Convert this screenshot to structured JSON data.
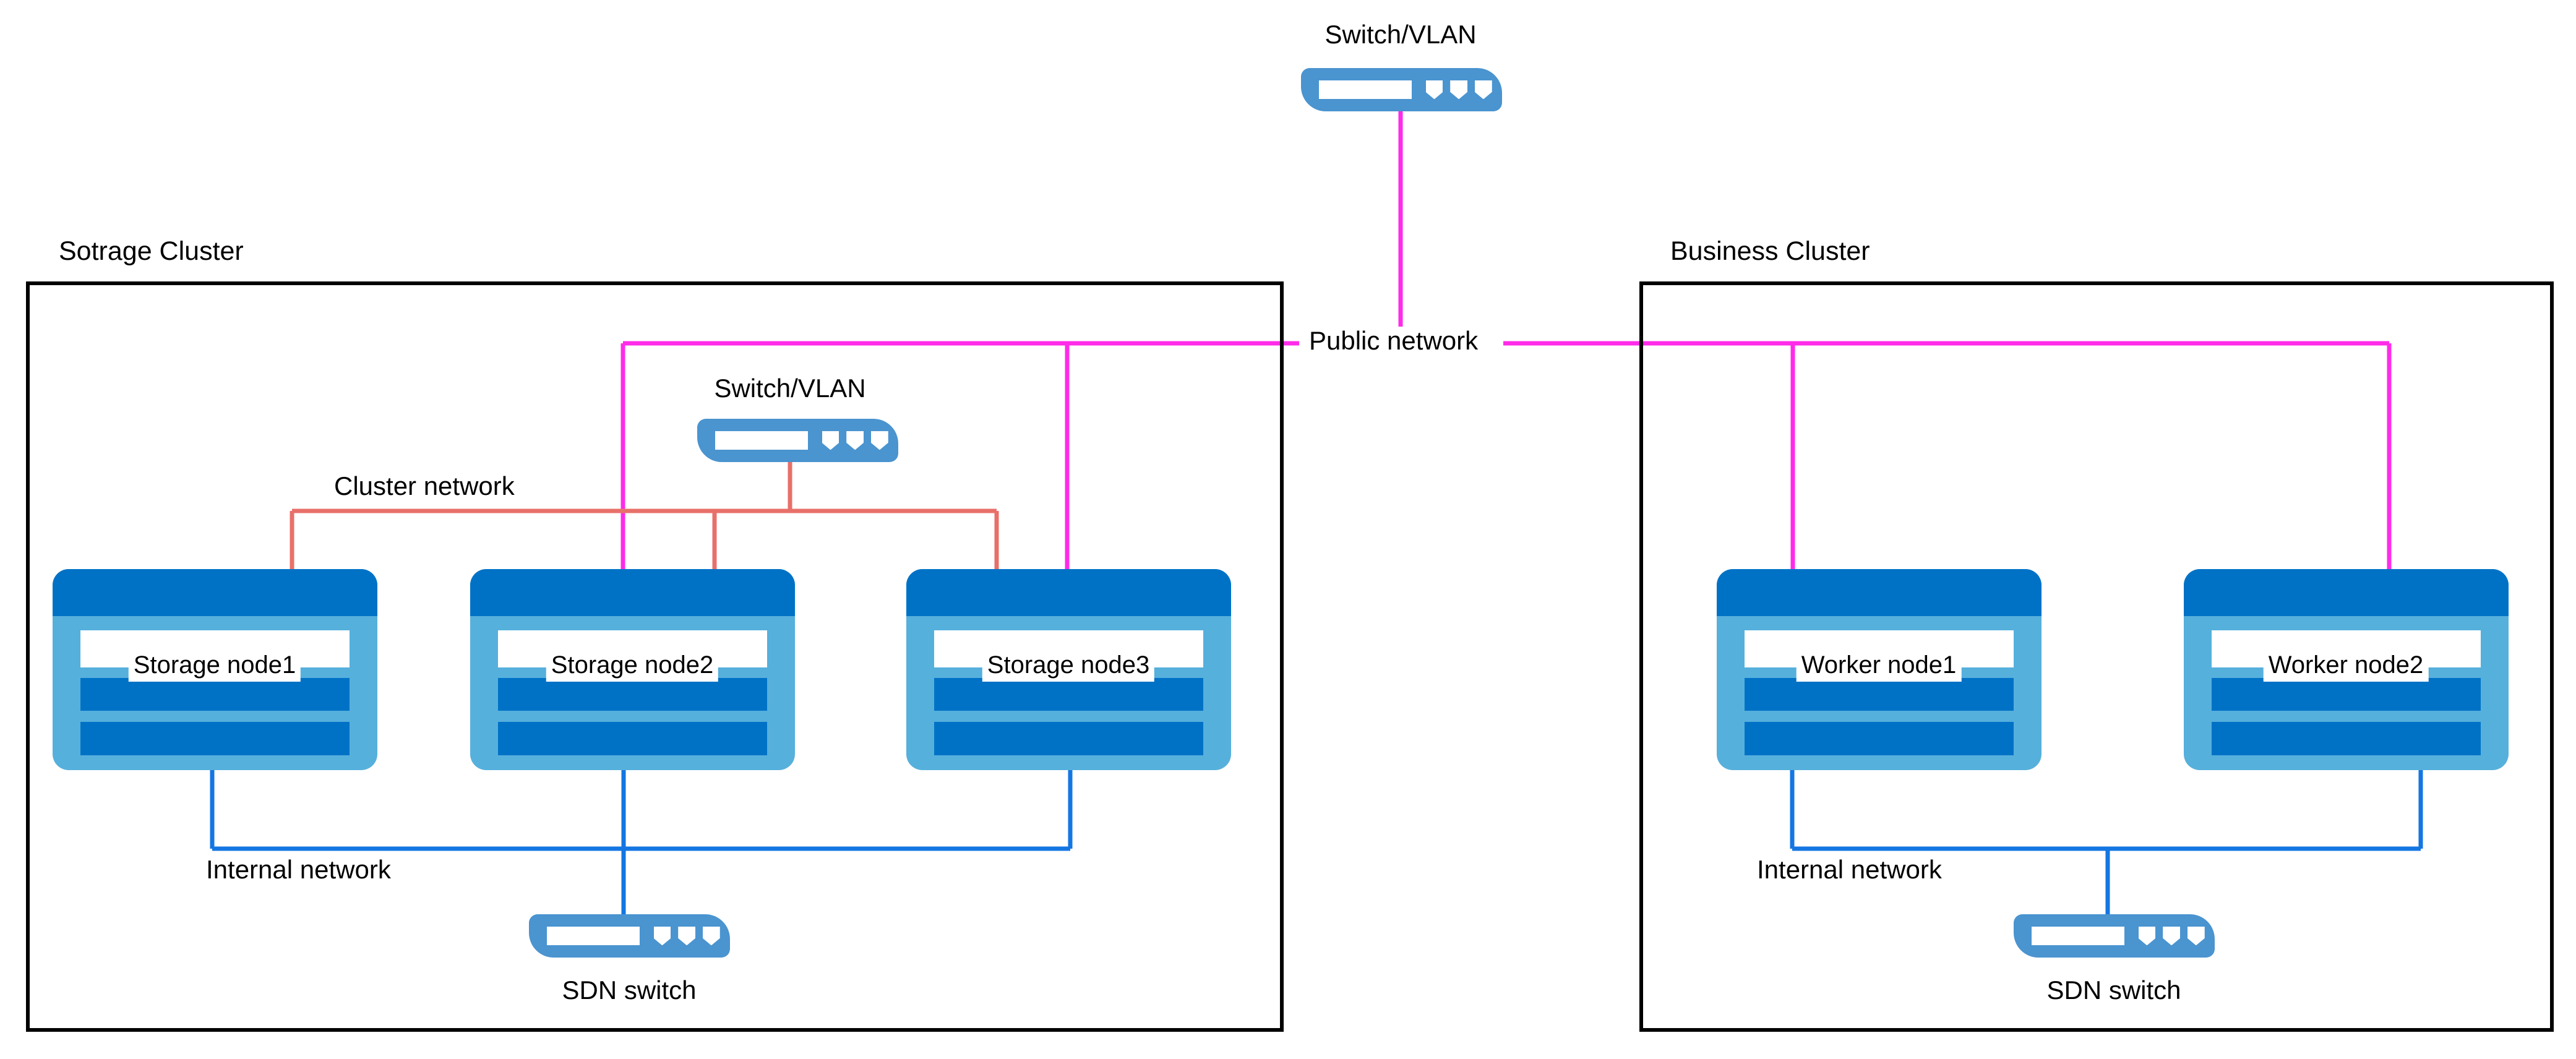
{
  "diagram": {
    "title_storage": "Sotrage Cluster",
    "title_business": "Business Cluster",
    "colors": {
      "public_network": "#FF2BE9",
      "cluster_network": "#E8706A",
      "internal_network": "#1476E2",
      "node_cap": "#0072C6",
      "node_body": "#56B0DC",
      "switch_body": "#4A94D0",
      "frame": "#000000",
      "background": "#FFFFFF"
    }
  },
  "top_switch": {
    "label": "Switch/VLAN",
    "icon": "switch-icon"
  },
  "storage_cluster": {
    "title": "Sotrage Cluster",
    "switch": {
      "label": "Switch/VLAN",
      "icon": "switch-icon"
    },
    "nodes": [
      {
        "label": "Storage node1",
        "icon": "server-icon"
      },
      {
        "label": "Storage node2",
        "icon": "server-icon"
      },
      {
        "label": "Storage node3",
        "icon": "server-icon"
      }
    ],
    "sdn_switch": {
      "label": "SDN switch",
      "icon": "switch-icon"
    },
    "network_labels": {
      "cluster": "Cluster network",
      "internal": "Internal network"
    }
  },
  "business_cluster": {
    "title": "Business Cluster",
    "nodes": [
      {
        "label": "Worker node1",
        "icon": "server-icon"
      },
      {
        "label": "Worker node2",
        "icon": "server-icon"
      }
    ],
    "sdn_switch": {
      "label": "SDN switch",
      "icon": "switch-icon"
    },
    "network_labels": {
      "internal": "Internal network"
    }
  },
  "public_network": {
    "label": "Public network"
  }
}
